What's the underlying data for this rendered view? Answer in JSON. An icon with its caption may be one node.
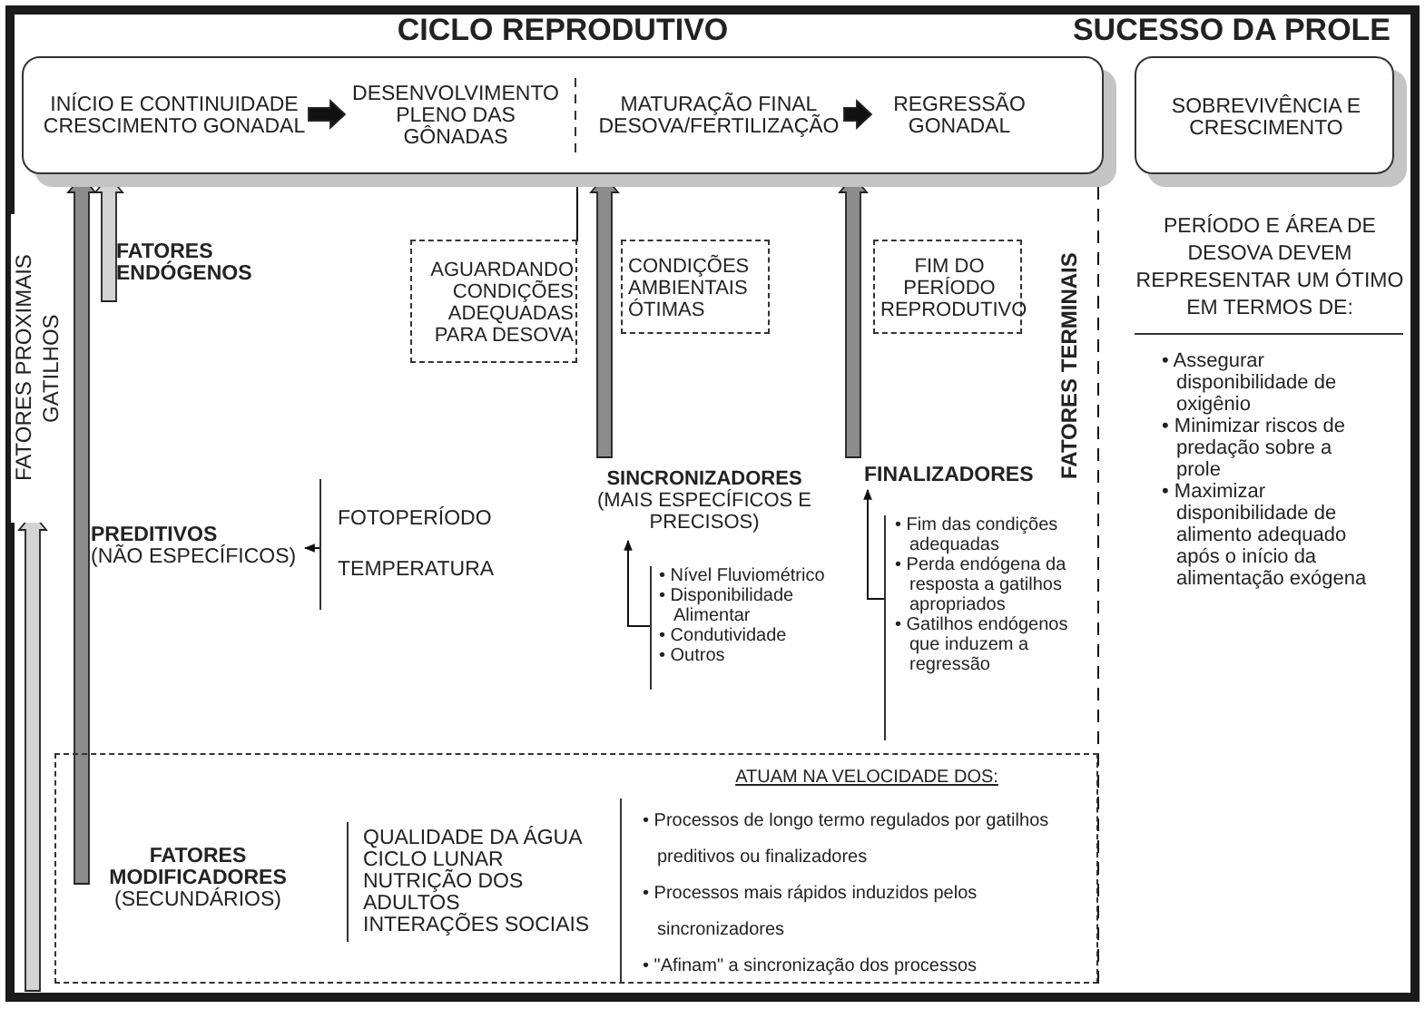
{
  "diagram": {
    "nodes": [
      {
        "text": [
          "CICLO REPRODUTIVO"
        ]
      },
      {
        "text": [
          "INÍCIO E CONTINUIDADE CRESCIMENTO GONADAL"
        ],
        "in": 0
      },
      {
        "text": [
          "DESENVOLVIMENTO PLENO DAS GÔNADAS"
        ],
        "in": 0
      },
      {
        "text": [
          "MATURAÇÃO FINAL DESOVA/FERTILIZAÇÃO"
        ],
        "in": 0
      },
      {
        "text": [
          "REGRESSÃO GONADAL"
        ],
        "in": 0
      },
      {
        "text": [
          "SUCESSO DA PROLE",
          "SOBREVIVÊNCIA E CRESCIMENTO"
        ]
      },
      {
        "text": [
          "FATORES ENDÓGENOS"
        ]
      },
      {
        "text": [
          "PREDITIVOS",
          "(NÃO ESPECÍFICOS)"
        ]
      },
      {
        "text": [
          "FOTOPERÍODO",
          "TEMPERATURA"
        ]
      },
      {
        "text": [
          "AGUARDANDO CONDIÇÕES ADEQUADAS PARA DESOVA"
        ]
      },
      {
        "text": [
          "CONDIÇÕES AMBIENTAIS ÓTIMAS"
        ]
      },
      {
        "text": [
          "SINCRONIZADORES",
          "(MAIS ESPECÍFICOS E PRECISOS)"
        ]
      },
      {
        "text": [
          "• Nível Fluviométrico",
          "• Disponibilidade Alimentar",
          "• Condutividade",
          "• Outros"
        ]
      },
      {
        "text": [
          "FIM DO PERÍODO REPRODUTIVO"
        ]
      },
      {
        "text": [
          "FINALIZADORES"
        ]
      },
      {
        "text": [
          "• Fim das condições adequadas",
          "• Perda endógena da resposta a gatilhos apropriados",
          "• Gatilhos endógenos que induzem a regressão"
        ]
      },
      {
        "text": [
          "FATORES MODIFICADORES",
          "(SECUNDÁRIOS)"
        ]
      },
      {
        "text": [
          "QUALIDADE DA ÁGUA",
          "CICLO LUNAR",
          "NUTRIÇÃO DOS ADULTOS",
          "INTERAÇÕES SOCIAIS"
        ],
        "in": 16
      },
      {
        "text": [
          "ATUAM NA VELOCIDADE DOS:",
          "• Processos de longo termo regulados por gatilhos preditivos ou finalizadores",
          "• Processos mais rápidos induzidos pelos sincronizadores",
          "• \"Afinam\" a sincronização dos processos"
        ],
        "in": 16
      }
    ],
    "edges": [
      {
        "from": 1,
        "to": 2,
        "arrow": "to",
        "style": "thick"
      },
      {
        "from": 3,
        "to": 4,
        "arrow": "to",
        "style": "thick"
      },
      {
        "from": 6,
        "to": 0,
        "arrow": "to",
        "style": "thick",
        "color": "#d4d4d4"
      },
      {
        "from": 7,
        "to": 0,
        "arrow": "to",
        "style": "thick",
        "color": "#8c8c8c",
        "label": "FATORES PROXIMAIS GATILHOS"
      },
      {
        "from": 8,
        "to": 7,
        "arrow": "to"
      },
      {
        "from": 9,
        "to": 0,
        "arrow": "to"
      },
      {
        "from": 11,
        "to": 0,
        "arrow": "to",
        "style": "thick",
        "color": "#8c8c8c"
      },
      {
        "from": 12,
        "to": 11,
        "arrow": "to"
      },
      {
        "from": 14,
        "to": 0,
        "arrow": "to",
        "style": "thick",
        "color": "#8c8c8c"
      },
      {
        "from": 15,
        "to": 14,
        "arrow": "to"
      },
      {
        "from": 16,
        "to": 0,
        "arrow": "to",
        "style": "dashed",
        "label": "FATORES TERMINAIS"
      },
      {
        "from": 16,
        "to": null,
        "arrow": "to",
        "style": "thick",
        "color": "#d4d4d4"
      }
    ],
    "labels": [
      "PERÍODO E ÁREA DE DESOVA DEVEM REPRESENTAR UM ÓTIMO EM TERMOS DE:",
      "• Assegurar disponibilidade de oxigênio",
      "• Minimizar riscos de predação sobre a prole",
      "• Maximizar disponibilidade de alimento adequado após o início da alimentação exógena"
    ]
  }
}
